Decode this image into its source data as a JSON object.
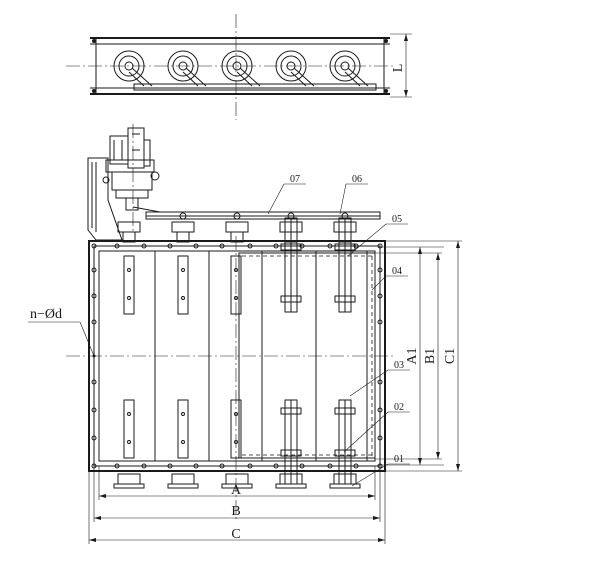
{
  "drawing": {
    "dimensions": {
      "L": "L",
      "A": "A",
      "B": "B",
      "C": "C",
      "A1": "A1",
      "B1": "B1",
      "C1": "C1"
    },
    "hole_callout": "n−Ød",
    "parts": [
      "07",
      "06",
      "05",
      "04",
      "03",
      "02",
      "01"
    ]
  }
}
